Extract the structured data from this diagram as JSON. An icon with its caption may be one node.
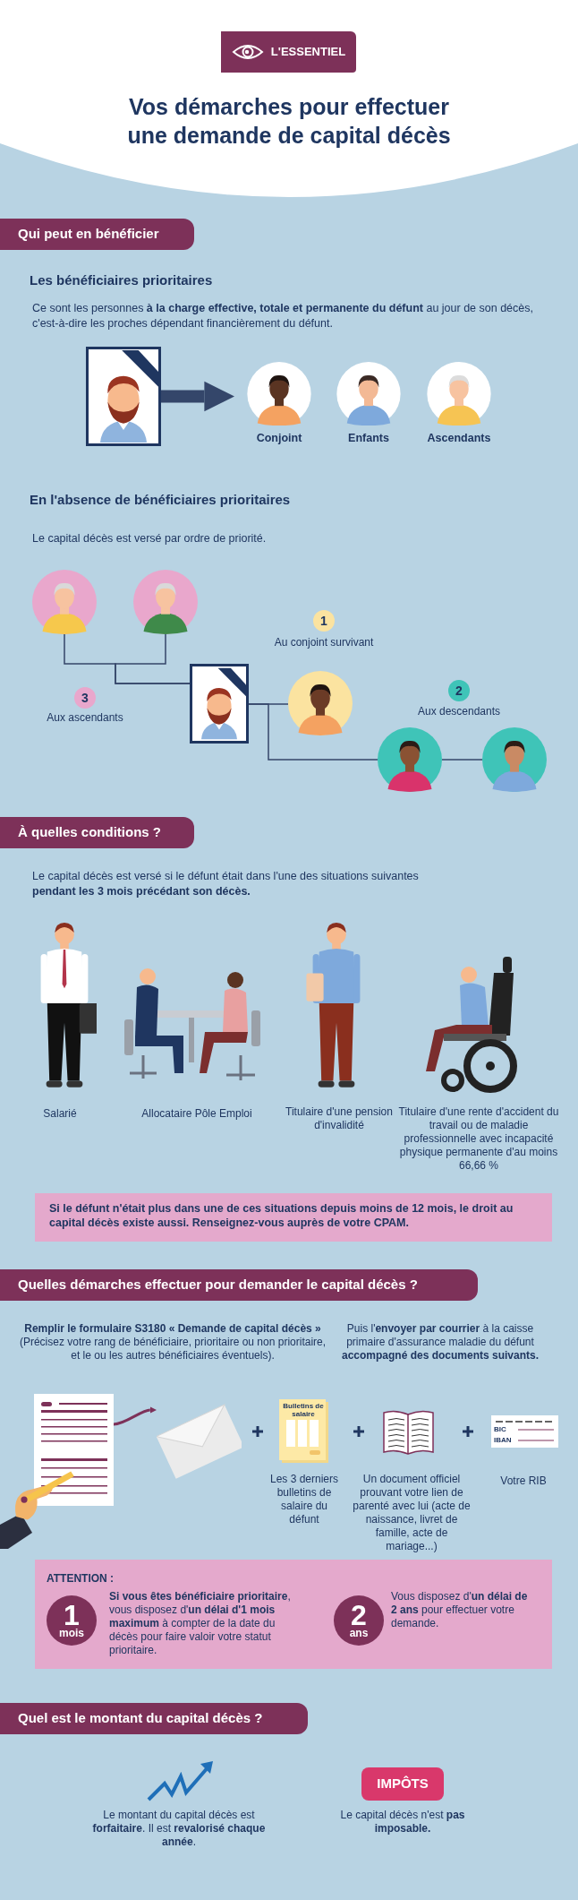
{
  "diagram": {
    "title": "Vos démarches pour effectuer une demande de capital décès",
    "nodes": [
      {
        "text": [
          "L'ESSENTIEL"
        ]
      },
      {
        "text": [
          "Qui peut en bénéficier"
        ]
      },
      {
        "text": [],
        "shape": "picture"
      },
      {
        "text": [
          "Conjoint"
        ]
      },
      {
        "text": [
          "Enfants"
        ]
      },
      {
        "text": [
          "Ascendants"
        ]
      },
      {
        "text": [],
        "shape": "picture"
      },
      {
        "text": [],
        "shape": "picture"
      },
      {
        "text": [
          "1"
        ],
        "beside": [
          "Au conjoint survivant"
        ]
      },
      {
        "text": [
          "3"
        ],
        "beside": [
          "Aux ascendants"
        ]
      },
      {
        "text": [],
        "shape": "picture"
      },
      {
        "text": [],
        "shape": "picture"
      },
      {
        "text": [
          "2"
        ],
        "beside": [
          "Aux descendants"
        ]
      },
      {
        "text": [],
        "shape": "picture"
      },
      {
        "text": [],
        "shape": "picture"
      },
      {
        "text": [
          "À quelles conditions ?"
        ]
      },
      {
        "text": [
          "Si le défunt n'était plus dans une de ces situations depuis moins de 12 mois, le droit au capital décès existe aussi. Renseignez-vous auprès de votre CPAM."
        ]
      },
      {
        "text": [
          "Quelles démarches effectuer pour demander le capital décès ?"
        ]
      },
      {
        "text": [],
        "shape": "picture"
      },
      {
        "text": [],
        "shape": "picture"
      },
      {
        "text": [
          "ATTENTION :"
        ]
      },
      {
        "text": [
          "1",
          "mois"
        ],
        "in": 20,
        "beside": [
          "**Si vous êtes bénéficiaire prioritaire**, vous disposez d'**un délai d'1 mois maximum** à compter de la date du décès pour faire valoir votre statut prioritaire."
        ]
      },
      {
        "text": [
          "2",
          "ans"
        ],
        "in": 20,
        "beside": [
          "Vous disposez d'**un délai de 2 ans** pour effectuer votre demande."
        ]
      },
      {
        "text": [
          "Quel est le montant du capital décès ?"
        ]
      },
      {
        "text": [
          "IMPÔTS"
        ]
      }
    ],
    "edges": [
      {
        "from": 2,
        "to": 3,
        "arrow": "to",
        "style": "thick"
      },
      {
        "from": 6,
        "to": 10,
        "arrow": "none"
      },
      {
        "from": 7,
        "to": 10,
        "arrow": "none"
      },
      {
        "from": 10,
        "to": 11,
        "arrow": "none"
      },
      {
        "from": 10,
        "to": 13,
        "arrow": "none"
      },
      {
        "from": 13,
        "to": 14,
        "arrow": "none"
      },
      {
        "from": 18,
        "to": 19,
        "arrow": "to",
        "color": "#7d3159"
      }
    ],
    "labels": [
      "Les bénéficiaires prioritaires",
      "Ce sont les personnes **à la charge effective, totale et permanente du défunt** au jour de son décès, c'est-à-dire les proches dépendant financièrement du défunt.",
      "En l'absence de bénéficiaires prioritaires",
      "Le capital décès est versé par ordre de priorité.",
      "Le capital décès est versé si le défunt était dans l'une des situations suivantes **pendant les 3 mois précédant son décès.**",
      "Salarié",
      "Allocataire Pôle Emploi",
      "Titulaire d'une pension d'invalidité",
      "Titulaire d'une rente d'accident du travail ou de maladie professionnelle avec incapacité physique permanente d'au moins 66,66 %",
      "**Remplir le formulaire S3180 « Demande de capital décès »** (Précisez votre rang de bénéficiaire, prioritaire ou non prioritaire, et le ou les autres bénéficiaires éventuels).",
      "Puis l'**envoyer par courrier** à la caisse primaire d'assurance maladie du défunt **accompagné des documents suivants.**",
      "Bulletins de salaire",
      "Les 3 derniers bulletins de salaire du défunt",
      "Un document officiel prouvant votre lien de parenté avec lui (acte de naissance, livret de famille, acte de mariage...)",
      "BIC",
      "IBAN",
      "Votre RIB",
      "Le montant du capital décès est **forfaitaire**. Il est **revalorisé chaque année**.",
      "Le capital décès n'est **pas imposable.**"
    ]
  }
}
